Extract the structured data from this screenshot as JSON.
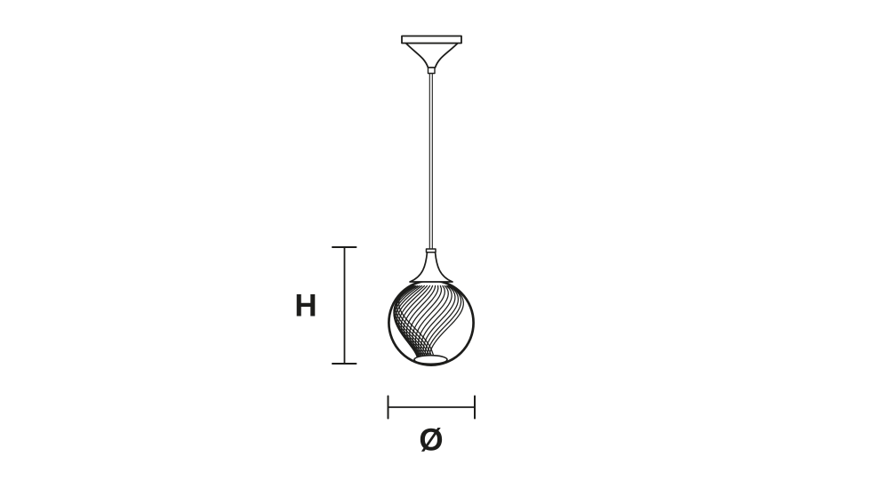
{
  "diagram": {
    "height_label": "H",
    "diameter_label": "Ø",
    "parts": {
      "canopy": "ceiling-canopy",
      "cord": "suspension-cord",
      "socket": "lamp-socket",
      "shade": "swirl-glass-globe",
      "height_dimension": "height-dimension-line",
      "diameter_dimension": "diameter-dimension-line"
    }
  },
  "colors": {
    "ink": "#1d1d1b",
    "background": "#ffffff"
  }
}
